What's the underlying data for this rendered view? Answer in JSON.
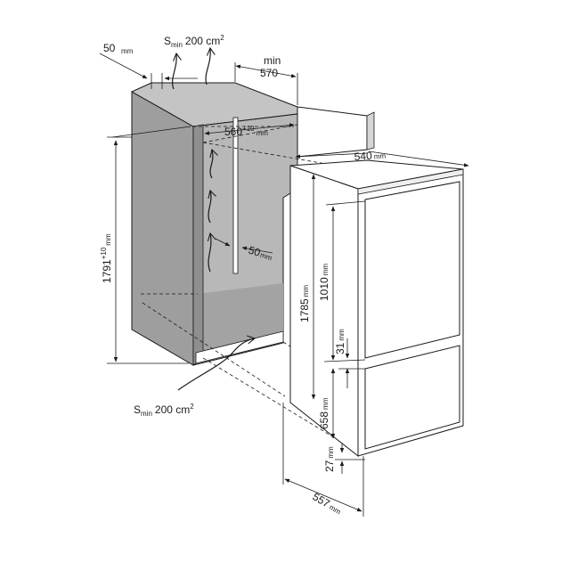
{
  "colors": {
    "niche_fill": "#b3b3b3",
    "niche_dark": "#9a9a9a",
    "appliance_fill": "#ffffff",
    "line": "#1a1a1a"
  },
  "top": {
    "gap_value": "50",
    "gap_unit": "mm",
    "vent_s": "S",
    "vent_min": "min",
    "vent_value": "200 cm",
    "vent_sup": "2",
    "depth_min_label": "min",
    "depth_min_value": "570"
  },
  "niche": {
    "width_value": "560",
    "width_tol": "+10",
    "width_unit": "mm",
    "height_value": "1791",
    "height_tol": "+10",
    "height_unit": "mm",
    "rear_gap_value": "50",
    "rear_gap_unit": "mm"
  },
  "bottom_vent": {
    "s": "S",
    "min": "min",
    "value": "200 cm",
    "sup": "2"
  },
  "appliance": {
    "width_value": "540",
    "width_unit": "mm",
    "height_value": "1785",
    "height_unit": "mm",
    "upper_door_value": "1010",
    "upper_door_unit": "mm",
    "door_gap_value": "31",
    "door_gap_unit": "mm",
    "lower_door_value": "658",
    "lower_door_unit": "mm",
    "bottom_gap_value": "27",
    "bottom_gap_unit": "mm",
    "depth_value": "557",
    "depth_unit": "mm"
  }
}
